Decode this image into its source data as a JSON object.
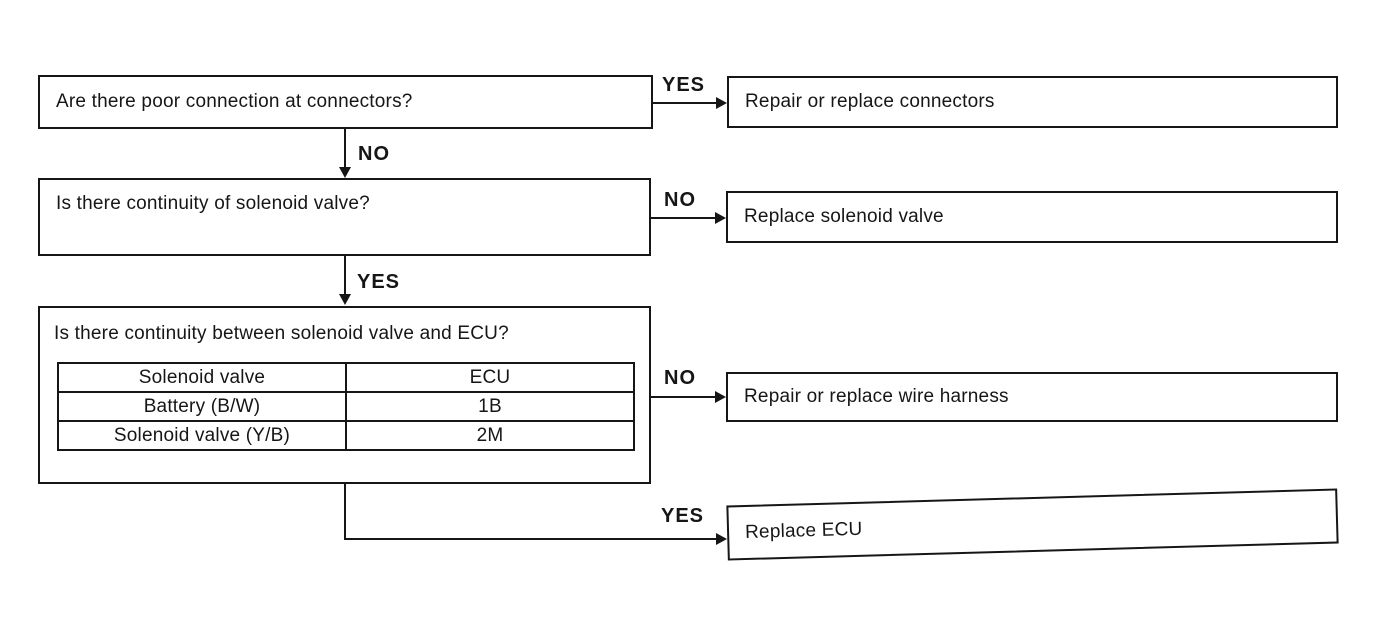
{
  "flowchart": {
    "questions": [
      {
        "id": "q1",
        "text": "Are there poor connection at connectors?"
      },
      {
        "id": "q2",
        "text": "Is there continuity of solenoid valve?"
      },
      {
        "id": "q3",
        "text": "Is there continuity between solenoid valve and ECU?"
      }
    ],
    "actions": [
      {
        "id": "a1",
        "text": "Repair or replace connectors"
      },
      {
        "id": "a2",
        "text": "Replace solenoid valve"
      },
      {
        "id": "a3",
        "text": "Repair or replace wire harness"
      },
      {
        "id": "a4",
        "text": "Replace ECU"
      }
    ],
    "connectors": [
      {
        "from": "q1",
        "to": "a1",
        "direction": "right",
        "label": "YES"
      },
      {
        "from": "q1",
        "to": "q2",
        "direction": "down",
        "label": "NO"
      },
      {
        "from": "q2",
        "to": "a2",
        "direction": "right",
        "label": "NO"
      },
      {
        "from": "q2",
        "to": "q3",
        "direction": "down",
        "label": "YES"
      },
      {
        "from": "q3",
        "to": "a3",
        "direction": "right",
        "label": "NO"
      },
      {
        "from": "q3",
        "to": "a4",
        "direction": "down-right",
        "label": "YES"
      }
    ],
    "pin_table": {
      "headers": [
        "Solenoid valve",
        "ECU"
      ],
      "rows": [
        [
          "Battery (B/W)",
          "1B"
        ],
        [
          "Solenoid valve (Y/B)",
          "2M"
        ]
      ]
    },
    "colors": {
      "ink": "#161616",
      "background": "#ffffff"
    }
  }
}
